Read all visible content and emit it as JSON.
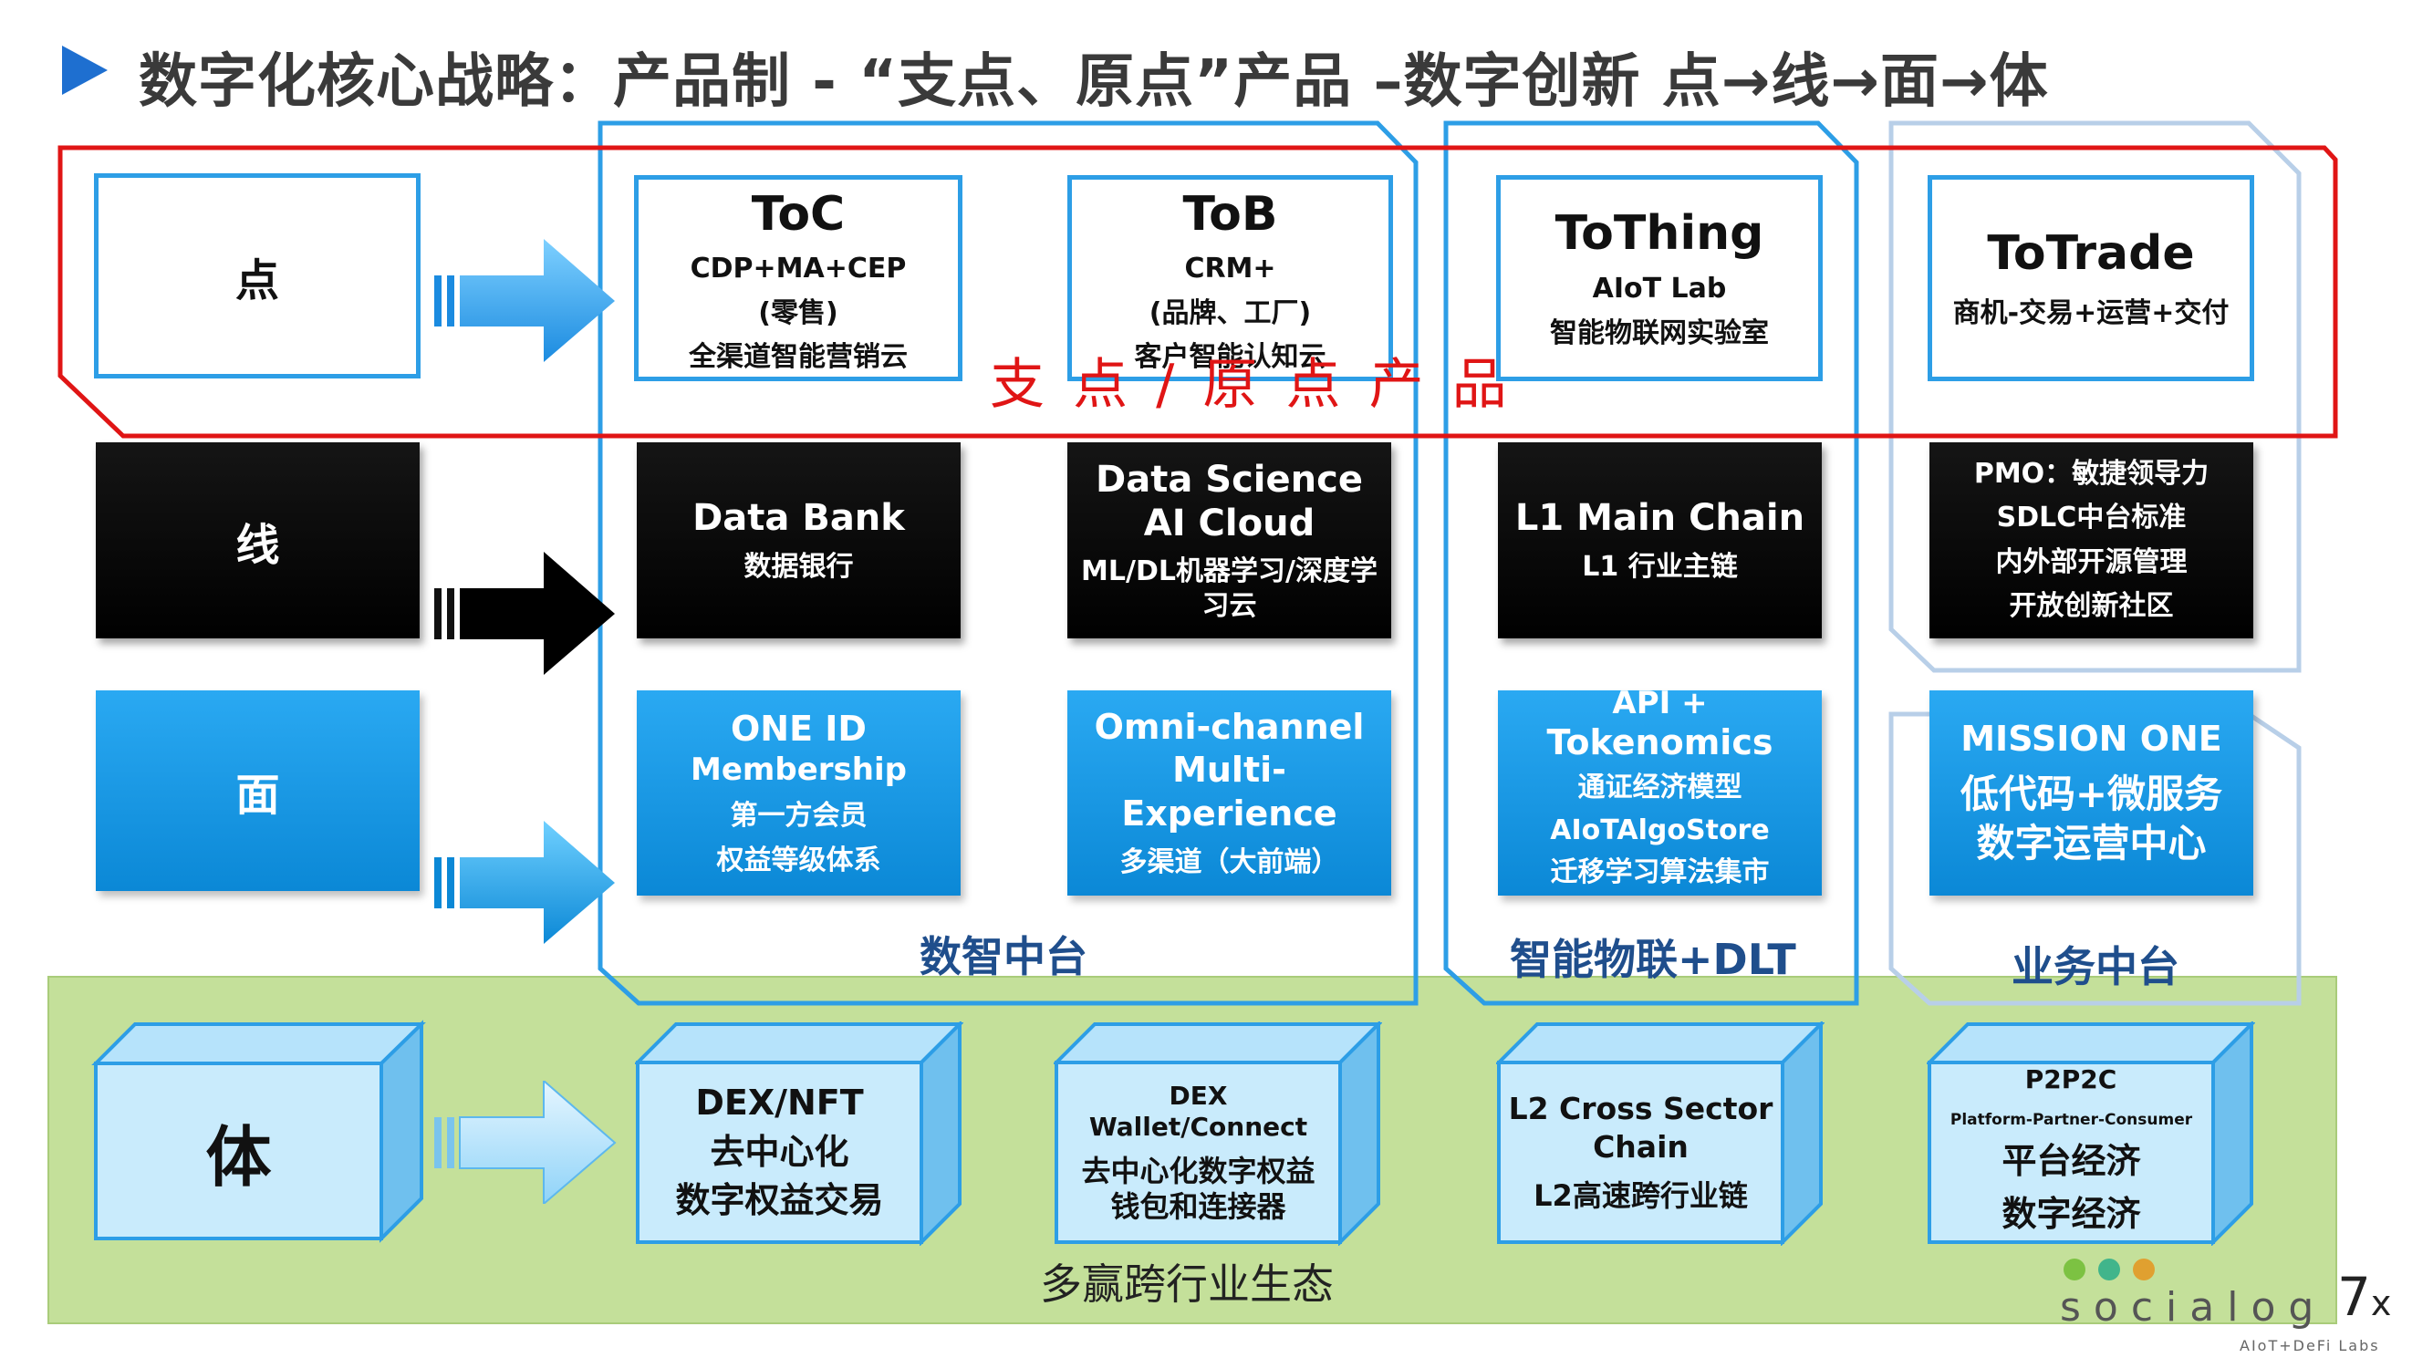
{
  "title": "数字化核心战略：产品制 - “支点、原点”产品 –数字创新 点→线→面→体",
  "rows": {
    "point": "点",
    "line": "线",
    "plane": "面",
    "body": "体"
  },
  "fulcrum_label": "支 点 / 原 点 产 品",
  "point_row": {
    "toc": {
      "title": "ToC",
      "lines": [
        "CDP+MA+CEP",
        "(零售)",
        "全渠道智能营销云"
      ]
    },
    "tob": {
      "title": "ToB",
      "lines": [
        "CRM+",
        "(品牌、工厂)",
        "客户智能认知云"
      ]
    },
    "tothing": {
      "title": "ToThing",
      "lines": [
        "AIoT Lab",
        "智能物联网实验室"
      ]
    },
    "totrade": {
      "title": "ToTrade",
      "lines": [
        "商机-交易+运营+交付"
      ]
    }
  },
  "line_row": {
    "databank": {
      "title": "Data Bank",
      "lines": [
        "数据银行"
      ]
    },
    "dsai": {
      "title": "Data Science AI Cloud",
      "lines": [
        "ML/DL机器学习/深度学习云"
      ]
    },
    "l1": {
      "title": "L1 Main Chain",
      "lines": [
        "L1 行业主链"
      ]
    },
    "pmo": {
      "lines": [
        "PMO：敏捷领导力",
        "SDLC中台标准",
        "内外部开源管理",
        "开放创新社区"
      ]
    }
  },
  "plane_row": {
    "oneid": {
      "lines": [
        "ONE ID",
        "Membership",
        "第一方会员",
        "权益等级体系"
      ]
    },
    "omni": {
      "lines": [
        "Omni-channel",
        "Multi-",
        "Experience",
        "多渠道（大前端）"
      ]
    },
    "api": {
      "lines": [
        "API +",
        "Tokenomics",
        "通证经济模型",
        "AIoTAlgoStore",
        "迁移学习算法集市"
      ]
    },
    "mission": {
      "lines": [
        "MISSION ONE",
        "低代码+微服务",
        "数字运营中心"
      ]
    }
  },
  "platforms": {
    "data_intel": "数智中台",
    "iot_dlt": "智能物联+DLT",
    "business": "业务中台"
  },
  "body_row": {
    "dex_nft": {
      "lines": [
        "DEX/NFT",
        "去中心化",
        "数字权益交易"
      ]
    },
    "dex_wallet": {
      "lines": [
        "DEX",
        "Wallet/Connect",
        "去中心化数字权益",
        "钱包和连接器"
      ]
    },
    "l2": {
      "lines": [
        "L2 Cross Sector",
        "Chain",
        "L2高速跨行业链"
      ]
    },
    "p2p2c": {
      "lines": [
        "P2P2C",
        "Platform-Partner-Consumer",
        "平台经济",
        "数字经济"
      ]
    }
  },
  "ecosystem_label": "多赢跨行业生态",
  "logo": {
    "text": "socialog",
    "subtitle": "AIoT+DeFi Labs"
  },
  "page_number": "7",
  "page_suffix": "x",
  "colors": {
    "accent_blue": "#2d9ee6",
    "red_outline": "#e01515",
    "eco_green": "#c4e09a",
    "title_gray": "#3a3a3a",
    "logo_green": "#7cc242",
    "logo_teal": "#41b58b",
    "logo_orange": "#e0a030"
  }
}
